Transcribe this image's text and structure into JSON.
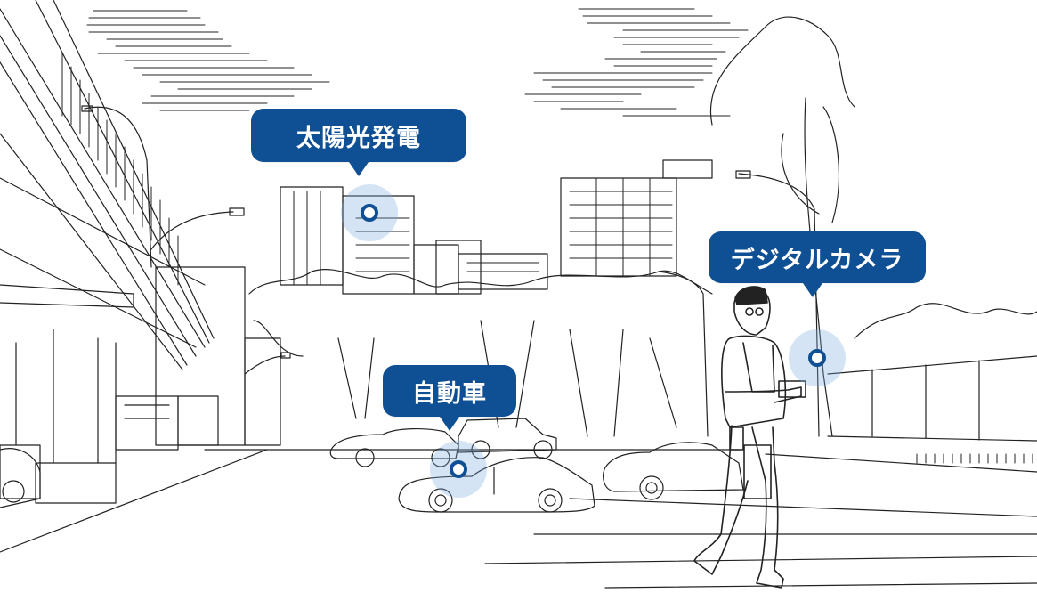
{
  "scene": {
    "style": "line-art city street illustration",
    "hotspots": [
      {
        "id": "solar",
        "label": "太陽光発電"
      },
      {
        "id": "car",
        "label": "自動車"
      },
      {
        "id": "camera",
        "label": "デジタルカメラ"
      }
    ]
  },
  "colors": {
    "accent": "#0f4f93",
    "halo": "#78aae1",
    "line": "#222222",
    "background": "#ffffff"
  }
}
